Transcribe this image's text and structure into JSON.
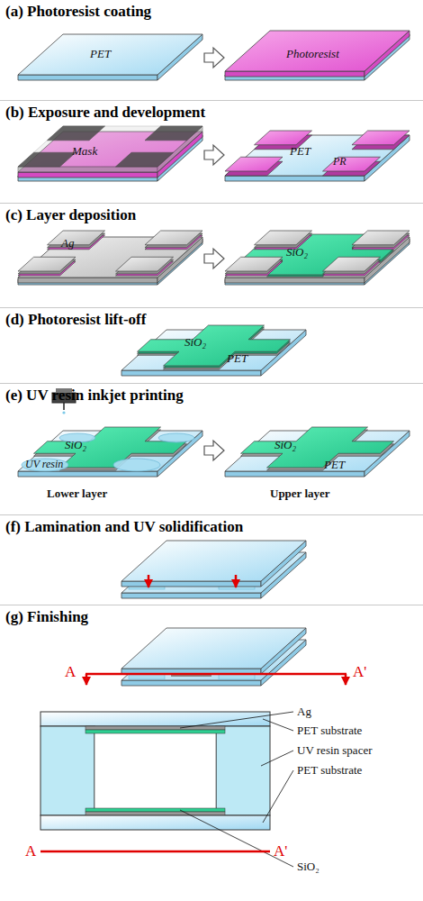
{
  "diagram": {
    "nodes": [
      {
        "text": [
          "(a) Photoresist coating"
        ]
      },
      {
        "text": [
          "(b) Exposure and development"
        ]
      },
      {
        "text": [
          "(c) Layer deposition"
        ]
      },
      {
        "text": [
          "(d) Photoresist lift-off"
        ]
      },
      {
        "text": [
          "(e) UV resin inkjet printing"
        ]
      },
      {
        "text": [
          "(f) Lamination and UV solidification"
        ]
      },
      {
        "text": [
          "(g) Finishing"
        ]
      }
    ],
    "edges": [],
    "labels": [
      "PET",
      "Photoresist",
      "Mask",
      "PET",
      "PR",
      "Ag",
      "SiO₂",
      "SiO₂",
      "PET",
      "SiO₂",
      "UV resin",
      "Lower layer",
      "SiO₂",
      "PET",
      "Upper layer",
      "A",
      "A'",
      "Ag",
      "PET substrate",
      "UV resin spacer",
      "PET substrate",
      "A",
      "A'",
      "SiO₂"
    ]
  }
}
